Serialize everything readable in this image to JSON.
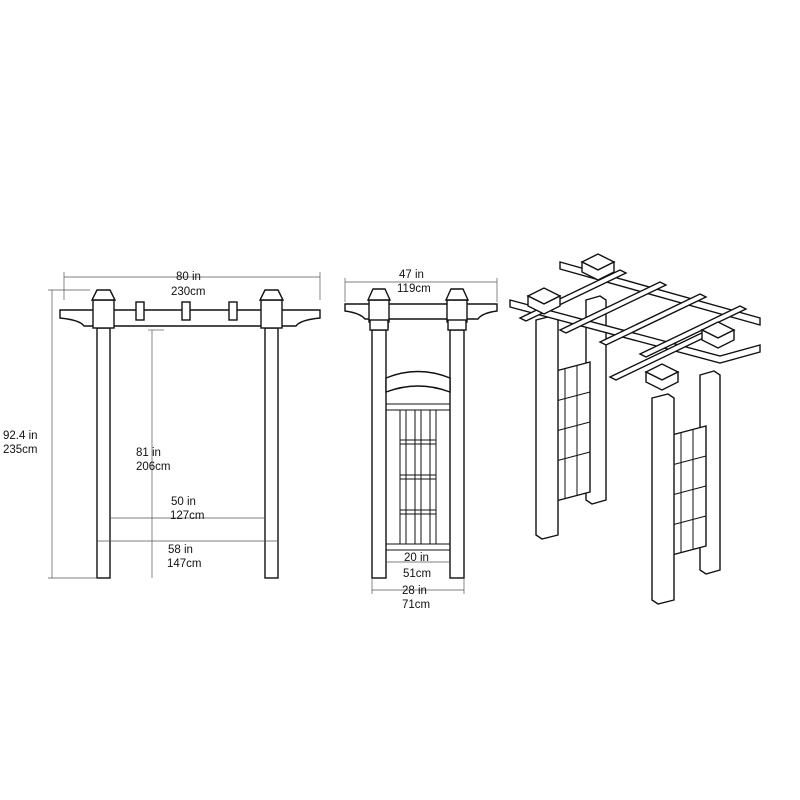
{
  "front_view": {
    "overall_width": {
      "in": "80 in",
      "cm": "230cm"
    },
    "overall_height": {
      "in": "92.4 in",
      "cm": "235cm"
    },
    "post_height": {
      "in": "81 in",
      "cm": "206cm"
    },
    "inner_width": {
      "in": "50 in",
      "cm": "127cm"
    },
    "outer_post_width": {
      "in": "58 in",
      "cm": "147cm"
    }
  },
  "side_view": {
    "overall_depth": {
      "in": "47 in",
      "cm": "119cm"
    },
    "inner_depth": {
      "in": "20 in",
      "cm": "51cm"
    },
    "outer_depth": {
      "in": "28 in",
      "cm": "71cm"
    }
  },
  "colors": {
    "line": "#111111",
    "dimension": "#555555",
    "background": "#ffffff"
  }
}
